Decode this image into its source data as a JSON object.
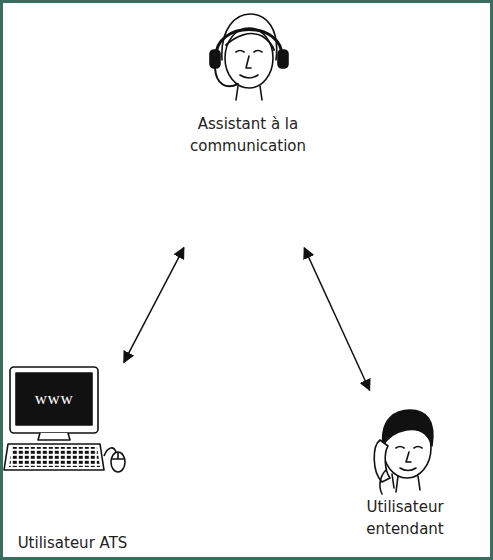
{
  "diagram": {
    "nodes": [
      {
        "text": [
          "Assistant à la communication"
        ]
      },
      {
        "text": [
          "Utilisateur ATS"
        ]
      },
      {
        "text": [
          "Utilisateur entendant"
        ]
      }
    ],
    "edges": [
      {
        "from": 0,
        "to": 1,
        "arrow": "both"
      },
      {
        "from": 0,
        "to": 2,
        "arrow": "both"
      }
    ],
    "labels": [
      "www"
    ]
  }
}
